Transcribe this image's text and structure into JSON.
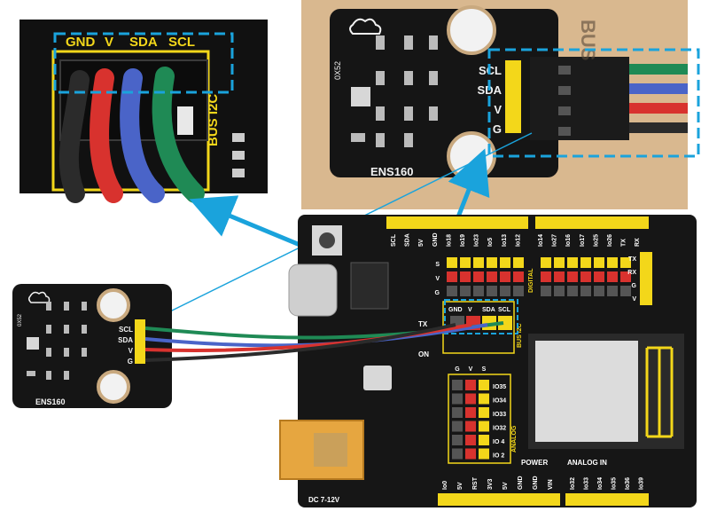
{
  "photo_left": {
    "header_labels": [
      "GND",
      "V",
      "SDA",
      "SCL"
    ],
    "bus_label": "BUS I2C"
  },
  "photo_right": {
    "pin_labels": [
      "SCL",
      "SDA",
      "V",
      "G"
    ],
    "chip_id": "0X52",
    "module_name": "ENS160",
    "edge_text": "BUS"
  },
  "sensor_module": {
    "pin_labels": [
      "SCL",
      "SDA",
      "V",
      "G"
    ],
    "chip_id": "0X52",
    "module_name": "ENS160"
  },
  "board": {
    "top_header_labels": [
      "SCL",
      "SDA",
      "5V",
      "GND",
      "Io18",
      "Io19",
      "Io23",
      "Io5",
      "Io13",
      "Io12",
      "Io14",
      "Io27",
      "Io16",
      "Io17",
      "Io25",
      "Io26",
      "TX",
      "RX"
    ],
    "row_labels": [
      "S",
      "V",
      "G"
    ],
    "digital_label": "DIGITAL",
    "right_side_labels": [
      "TX",
      "RX",
      "G",
      "V"
    ],
    "led_labels": [
      "TX",
      "ON"
    ],
    "i2c_header_labels": [
      "GND",
      "V",
      "SDA",
      "SCL"
    ],
    "bus_label": "BUS I2C",
    "analog_col_labels": [
      "G",
      "V",
      "S"
    ],
    "analog_pin_labels": [
      "IO35",
      "IO34",
      "IO33",
      "IO32",
      "IO 4",
      "IO 2"
    ],
    "analog_label": "ANALOG",
    "power_label": "POWER",
    "analog_in_label": "ANALOG IN",
    "bottom_labels": [
      "Io0",
      "5V",
      "RST",
      "3V3",
      "5V",
      "GND",
      "GND",
      "VIN",
      "Io32",
      "Io33",
      "Io34",
      "Io35",
      "Io36",
      "Io39"
    ],
    "dc_label": "DC 7-12V"
  },
  "colors": {
    "board": "#1a1a1a",
    "header_yellow": "#f3d71a",
    "callout_blue": "#1aa3dc",
    "wire_green": "#1f8a55",
    "wire_blue": "#4a64c8",
    "wire_red": "#d8322e",
    "wire_black": "#2b2b2b",
    "pin_red": "#d8322e"
  }
}
